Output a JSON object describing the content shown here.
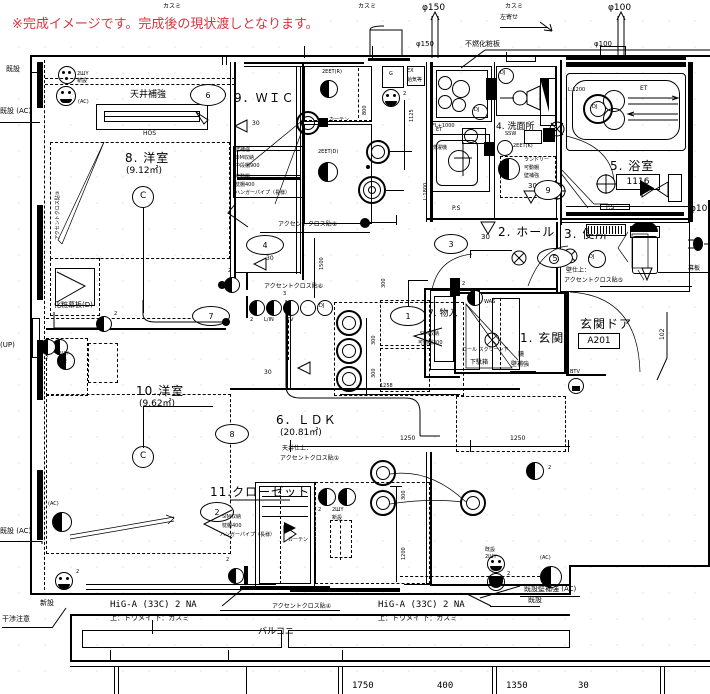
{
  "document": {
    "type": "residential-floor-plan",
    "notice": "※完成イメージです。完成後の現状渡しとなります。"
  },
  "rooms": [
    {
      "id": "r1",
      "number": "1.",
      "name": "玄関",
      "label": "1. 玄関",
      "area": null
    },
    {
      "id": "r2",
      "number": "2.",
      "name": "ホール",
      "label": "2. ホール",
      "area": null
    },
    {
      "id": "r3",
      "number": "3.",
      "name": "便所",
      "label": "3. 便所",
      "area": null
    },
    {
      "id": "r4",
      "number": "4.",
      "name": "洗面所",
      "label": "4. 洗面所",
      "area": null
    },
    {
      "id": "r5",
      "number": "5.",
      "name": "浴室",
      "label": "5. 浴室",
      "area": null,
      "size_tag": "1116"
    },
    {
      "id": "r6",
      "number": "6.",
      "name": "LDK",
      "label": "6．ＬＤＫ",
      "area": "(20.81㎡)"
    },
    {
      "id": "r7",
      "number": "7.",
      "name": "物入",
      "label": "7. 物入",
      "area": null
    },
    {
      "id": "r8",
      "number": "8.",
      "name": "洋室",
      "label": "8. 洋室",
      "area": "(9.12㎡)"
    },
    {
      "id": "r9",
      "number": "9.",
      "name": "ＷＩＣ",
      "label": "9．ＷＩＣ",
      "area": null
    },
    {
      "id": "r10",
      "number": "10.",
      "name": "洋室",
      "label": "10.洋室",
      "area": "(9.62㎡)"
    },
    {
      "id": "r11",
      "number": "11.",
      "name": "クローゼット",
      "label": "11.クローゼット",
      "area": null
    }
  ],
  "annotations": {
    "ceiling_reinforce": "天井補強",
    "hos": "HOS",
    "wic_storage_1": "壁補強",
    "wic_storage_2": "SIM収納",
    "wic_storage_3": "中段棚900",
    "wic_storage_4": "可動棚",
    "wic_storage_5": "枕棚400",
    "wic_storage_6": "ハンガーパイプ（長様）",
    "accent_cloth_2": "アクセントクロス貼②",
    "accent_cloth_4": "アクセントクロス貼④",
    "accent_cloth_5": "アクセントクロス貼⑤",
    "accent_cloth_6": "アクセントクロス貼⑥",
    "ldk_ceiling_1": "天井仕上：",
    "ldk_ceiling_2": "アクセントクロス貼①",
    "wall_finish_1": "壁仕上：",
    "makeup_board": "化粧幕板(D)",
    "existing": "既設",
    "existing_ac": "既設 (AC)",
    "existing_wall_reinforce": "既設壁補強 (AC)",
    "new_install": "新設",
    "interference_caution": "干渉注意",
    "incombustible_board": "不燃化粧板",
    "kasumi": "カスミ",
    "kasumi_left": "左寄せ",
    "phi150_top": "φ150",
    "phi150_low": "φ150",
    "phi100_top": "φ100",
    "phi100_low": "φ100",
    "phi100_right": "φ100",
    "balcony": "バルコニー",
    "ps": "P.S",
    "fl1000": "FL+1000",
    "l1800": "L:1800",
    "l1200": "L:1200",
    "laundry_1": "ランドリー",
    "laundry_2": "可動棚",
    "laundry_3": "壁補強",
    "entrance_door_label": "玄関ドア",
    "entrance_door_code": "A201",
    "shoe_box": "下駄箱",
    "shoe_box_sub": "ロール スクリーン下",
    "genkan_reinforce_1": "鏡",
    "genkan_reinforce_2": "壁補強",
    "storage_sim": "SIM収納",
    "storage_movable": "可動棚300",
    "panel_board": "幕板",
    "curtain_rail": "カーテンレール",
    "notice_tail": "。",
    "ac_tag": "(AC)",
    "up_tag": "(UP)",
    "et_tag": "ET",
    "dj_tag": "DJ",
    "ssw_tag": "SSW",
    "g_tag": "G",
    "ex_tag": "EX",
    "wr_tag": "換気扇",
    "dim_30": "30"
  },
  "window_specs": [
    {
      "id": "spec-left",
      "line1": "HiG-A (33C) 2 NA",
      "line2": "上：トウメイ 下：カスミ"
    },
    {
      "id": "spec-right",
      "line1": "HiG-A (33C) 2 NA",
      "line2": "上：トウメイ 下：カスミ"
    }
  ],
  "electrical_tags": [
    "2ШY",
    "2ШY新設",
    "2EET(R)",
    "2EET(D)",
    "2EET(K)",
    "L/IN",
    "TV",
    "DJ",
    "ET",
    "WR",
    "BTV",
    "SSW",
    "EX",
    "G"
  ],
  "balloons": [
    "6",
    "4",
    "7",
    "8",
    "2",
    "3",
    "5",
    "9",
    "1",
    "2"
  ],
  "grid_refs": [
    "C",
    "C"
  ],
  "dimensions": {
    "bottom": [
      "1750",
      "400",
      "1350",
      "30"
    ],
    "interior": [
      "1125",
      "1500",
      "1250",
      "1250",
      "1258",
      "300",
      "300",
      "300",
      "1200",
      "800",
      "900",
      "102",
      "30",
      "30",
      "30"
    ]
  },
  "colors": {
    "ink": "#000000",
    "notice": "#d4373f",
    "paper": "#ffffff",
    "grid_dot": "#9a9a9a"
  }
}
